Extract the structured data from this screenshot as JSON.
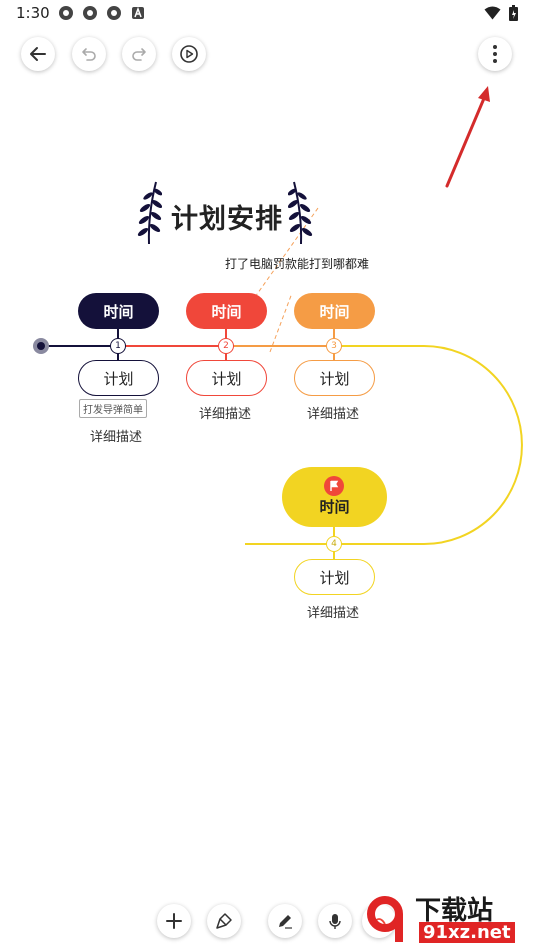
{
  "status_bar": {
    "time": "1:30"
  },
  "toolbar": {
    "back": "back-arrow-icon",
    "undo": "undo-icon",
    "redo": "redo-icon",
    "play": "play-icon",
    "more": "more-vertical-icon"
  },
  "mindmap": {
    "title": "计划安排",
    "note": "打了电脑罚款能打到哪都难",
    "nodes": [
      {
        "num": "1",
        "time": "时间",
        "plan": "计划",
        "tag": "打发导弹简单",
        "desc": "详细描述",
        "color": "#14113a"
      },
      {
        "num": "2",
        "time": "时间",
        "plan": "计划",
        "desc": "详细描述",
        "color": "#f0473a"
      },
      {
        "num": "3",
        "time": "时间",
        "plan": "计划",
        "desc": "详细描述",
        "color": "#f59c45"
      },
      {
        "num": "4",
        "time": "时间",
        "plan": "计划",
        "desc": "详细描述",
        "color": "#f2d422"
      }
    ]
  },
  "watermark": {
    "line1": "下载站",
    "line2": "91xz.net",
    "logo": "9f"
  }
}
